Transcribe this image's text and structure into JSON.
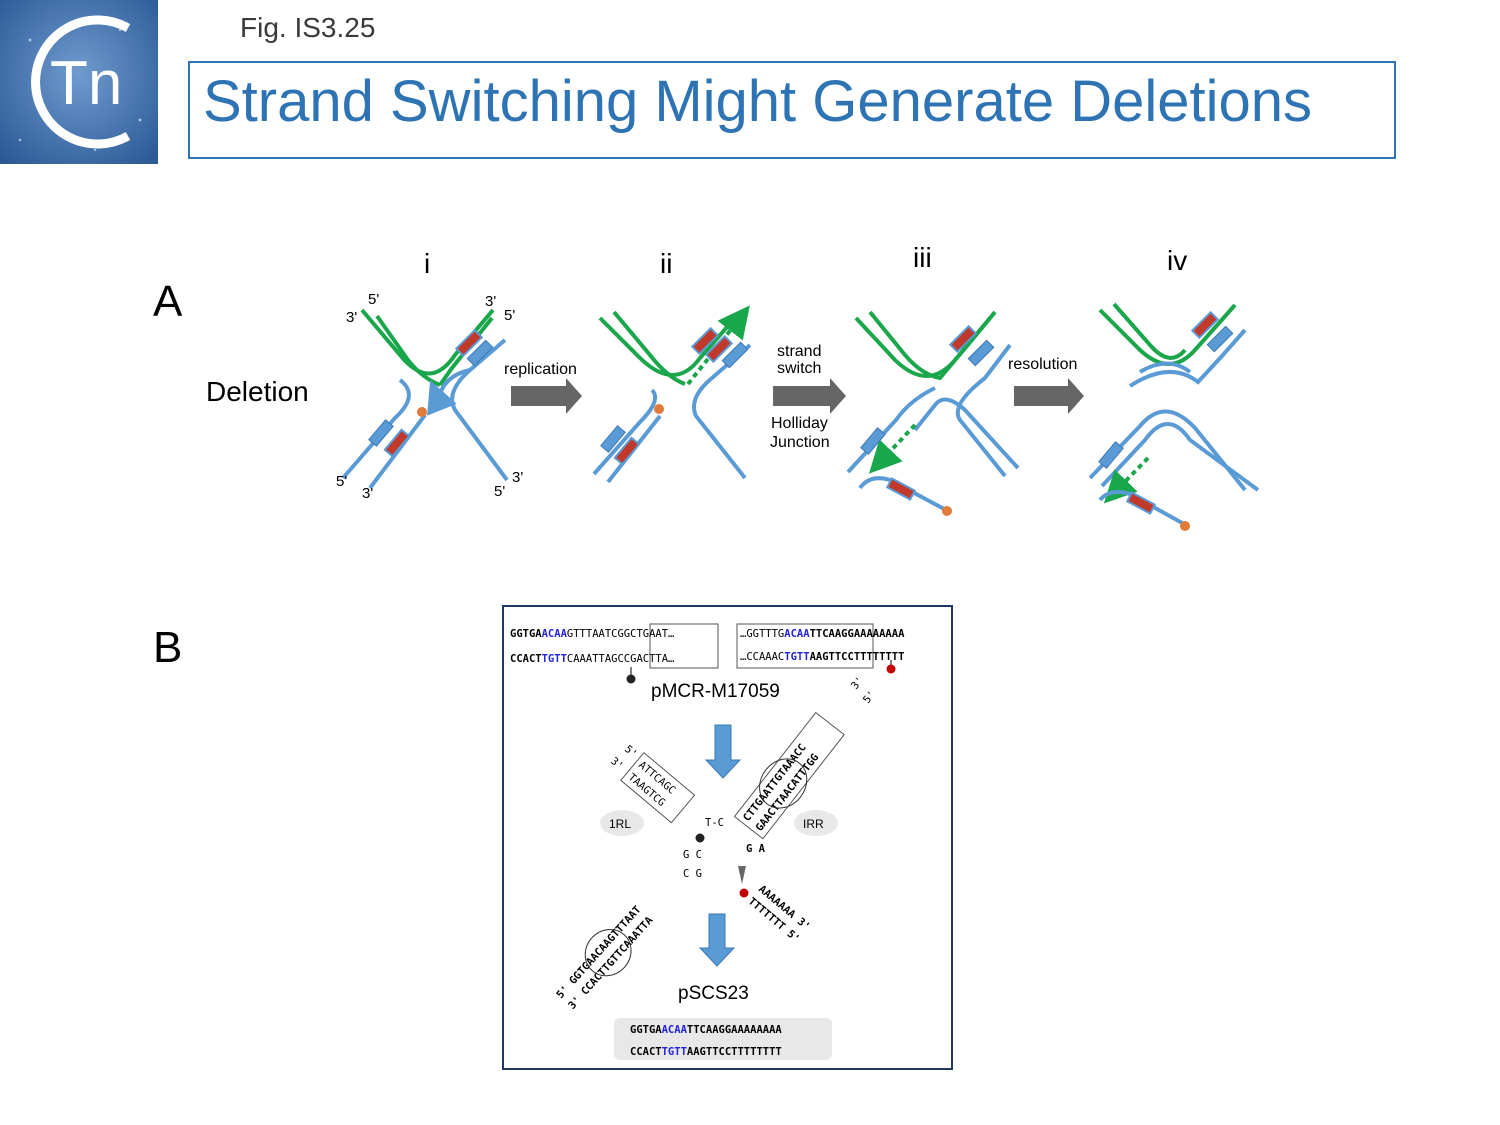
{
  "header": {
    "fig_label": "Fig. IS3.25",
    "title": "Strand Switching Might Generate Deletions",
    "logo_text": "Tn"
  },
  "panel_a": {
    "label": "A",
    "row_label": "Deletion",
    "steps": [
      "i",
      "ii",
      "iii",
      "iv"
    ],
    "arrows": {
      "a1": "replication",
      "a2_line1": "strand",
      "a2_line2": "switch",
      "a2_line3": "Holliday",
      "a2_line4": "Junction",
      "a3": "resolution"
    },
    "ends": {
      "tl_outer": "5'",
      "tl_inner": "3'",
      "tr_outer": "3'",
      "tr_inner": "5'",
      "bl_outer": "5'",
      "bl_inner": "3'",
      "br_outer": "5'",
      "br_inner": "3'"
    }
  },
  "panel_b": {
    "label": "B",
    "plasmid_top": "pMCR-M17059",
    "plasmid_bottom": "pSCS23",
    "left_arm": "1RL",
    "right_arm": "IRR",
    "top_left_seq": {
      "l1_a": "GGTGA",
      "l1_b": "ACAA",
      "l1_c": "GTTTAATCGGCTGAAT…",
      "l2_a": "CCACT",
      "l2_b": "TGTT",
      "l2_c": "CAAATTAGCCGACTTA…"
    },
    "top_right_seq": {
      "l1_a": "…GGTTTG",
      "l1_b": "ACAA",
      "l1_c": "TTCAAGGAAAAAAAA",
      "l2_a": "…CCAAAC",
      "l2_b": "TGTT",
      "l2_c": "AAGTTCCTTTTTTTT"
    },
    "bottom_seq": {
      "l1_a": "GGTGA",
      "l1_b": "ACAA",
      "l1_c": "TTCAAGGAAAAAAAA",
      "l2_a": "CCACT",
      "l2_b": "TGTT",
      "l2_c": "AAGTTCCTTTTTTTT"
    },
    "cross": {
      "ul_top": "ATTCAGC",
      "ul_bot": "TAAGTCG",
      "ur_top": "CTTGAATTGTAAACC",
      "ur_bot": "GAACTTAACATTTGG",
      "ll_top": "5' GGTGAACAAGTTTAAT",
      "ll_bot": "3' CCACTTGTTCAAATTA",
      "lr_top": "AAAAAAA 3'",
      "lr_bot": "TTTTTTT 5'",
      "center": "T-C",
      "col_left": "G C",
      "col_right": "C G",
      "g_a": "G A",
      "prime_5": "5'",
      "prime_3": "3'"
    }
  },
  "colors": {
    "title_blue": "#2e74b5",
    "strand_green": "#1aa64a",
    "strand_blue": "#5b9bd5",
    "seq_blue": "#2222dd",
    "arrow_gray": "#666666",
    "dot_red": "#c00000",
    "dot_orange": "#e07b39"
  }
}
